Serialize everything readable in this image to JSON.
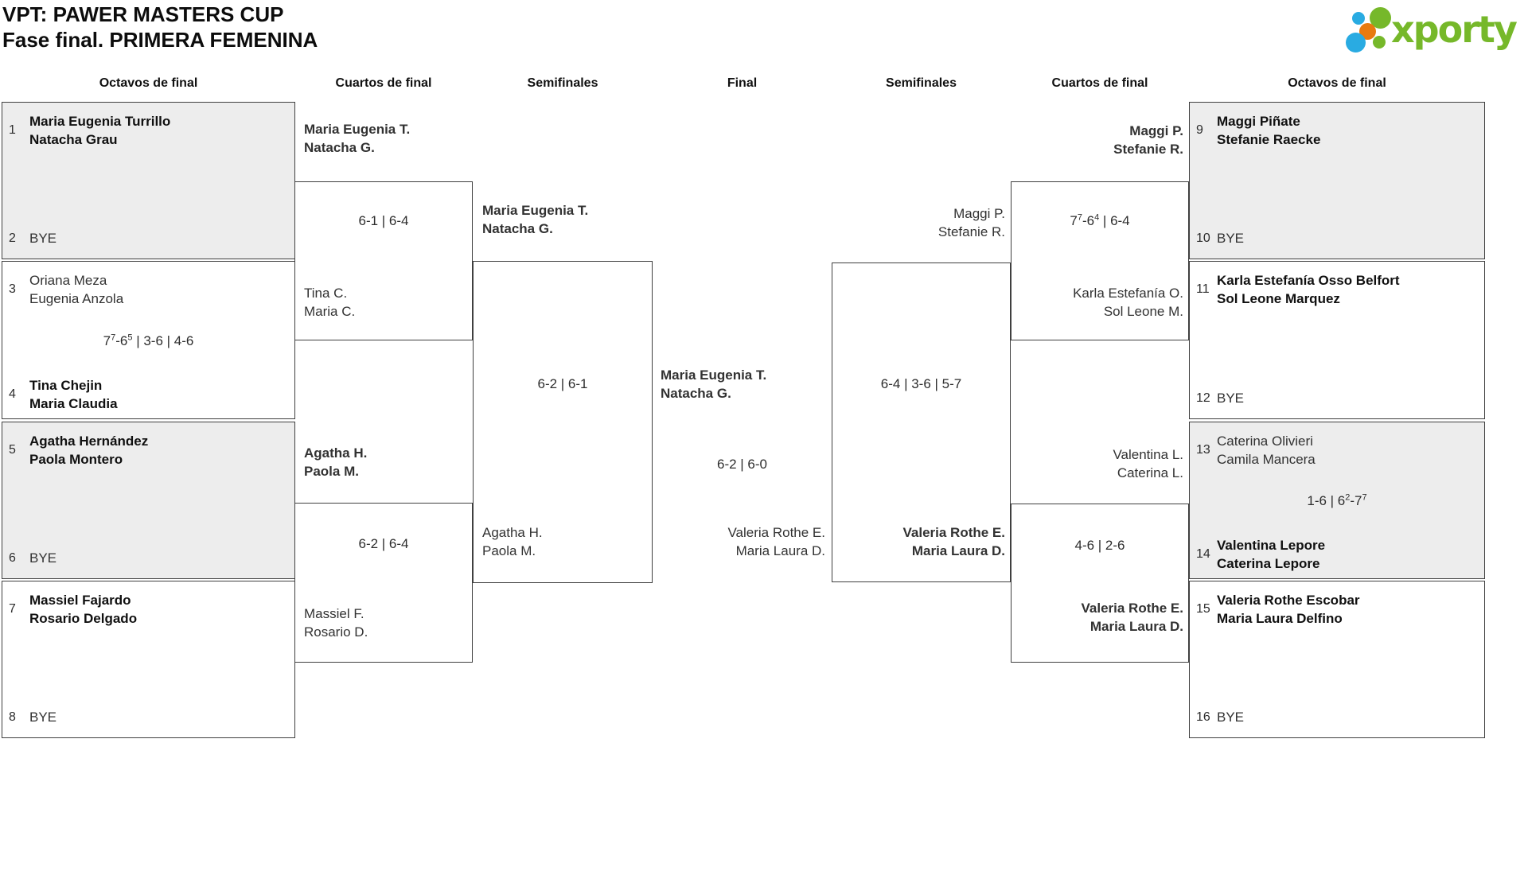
{
  "page": {
    "title_line1": "VPT: PAWER MASTERS CUP",
    "title_line2": "Fase final. PRIMERA FEMENINA",
    "logo_text": "xporty"
  },
  "colors": {
    "logo_green": "#76b82a",
    "logo_blue": "#29abe2",
    "logo_orange": "#e87a10",
    "box_shaded_fill": "#ededed",
    "box_border": "#3f3f3f",
    "text_normal": "#323232",
    "text_winner": "#101010"
  },
  "round_headers": [
    {
      "label": "Octavos de final"
    },
    {
      "label": "Cuartos de final"
    },
    {
      "label": "Semifinales"
    },
    {
      "label": "Final"
    },
    {
      "label": "Semifinales"
    },
    {
      "label": "Cuartos de final"
    },
    {
      "label": "Octavos de final"
    }
  ],
  "r16_left": [
    {
      "seed_top": "1",
      "top_lines": [
        "Maria Eugenia Turrillo",
        "Natacha Grau"
      ],
      "top_winner": true,
      "score": "",
      "seed_bottom": "2",
      "bottom_lines": [
        "BYE"
      ],
      "bottom_winner": false
    },
    {
      "seed_top": "3",
      "top_lines": [
        "Oriana Meza",
        "Eugenia Anzola"
      ],
      "top_winner": false,
      "score": "7^7-6^5 | 3-6 | 4-6",
      "seed_bottom": "4",
      "bottom_lines": [
        "Tina Chejin",
        "Maria Claudia"
      ],
      "bottom_winner": true
    },
    {
      "seed_top": "5",
      "top_lines": [
        "Agatha Hernández",
        "Paola Montero"
      ],
      "top_winner": true,
      "score": "",
      "seed_bottom": "6",
      "bottom_lines": [
        "BYE"
      ],
      "bottom_winner": false
    },
    {
      "seed_top": "7",
      "top_lines": [
        "Massiel Fajardo",
        "Rosario Delgado"
      ],
      "top_winner": true,
      "score": "",
      "seed_bottom": "8",
      "bottom_lines": [
        "BYE"
      ],
      "bottom_winner": false
    }
  ],
  "r16_right": [
    {
      "seed_top": "9",
      "top_lines": [
        "Maggi Piñate",
        "Stefanie Raecke"
      ],
      "top_winner": true,
      "score": "",
      "seed_bottom": "10",
      "bottom_lines": [
        "BYE"
      ],
      "bottom_winner": false
    },
    {
      "seed_top": "11",
      "top_lines": [
        "Karla Estefanía Osso Belfort",
        "Sol Leone Marquez"
      ],
      "top_winner": true,
      "score": "",
      "seed_bottom": "12",
      "bottom_lines": [
        "BYE"
      ],
      "bottom_winner": false
    },
    {
      "seed_top": "13",
      "top_lines": [
        "Caterina Olivieri",
        "Camila Mancera"
      ],
      "top_winner": false,
      "score": "1-6 | 6^2-7^7",
      "seed_bottom": "14",
      "bottom_lines": [
        "Valentina Lepore",
        "Caterina Lepore"
      ],
      "bottom_winner": true
    },
    {
      "seed_top": "15",
      "top_lines": [
        "Valeria Rothe Escobar",
        "Maria Laura Delfino"
      ],
      "top_winner": true,
      "score": "",
      "seed_bottom": "16",
      "bottom_lines": [
        "BYE"
      ],
      "bottom_winner": false
    }
  ],
  "qf_left": [
    {
      "top_lines": [
        "Maria Eugenia T.",
        "Natacha G."
      ],
      "top_winner": true,
      "score": "6-1 | 6-4",
      "bottom_lines": [
        "Tina C.",
        "Maria C."
      ],
      "bottom_winner": false
    },
    {
      "top_lines": [
        "Agatha H.",
        "Paola M."
      ],
      "top_winner": true,
      "score": "6-2 | 6-4",
      "bottom_lines": [
        "Massiel F.",
        "Rosario D."
      ],
      "bottom_winner": false
    }
  ],
  "sf_left": {
    "top_lines": [
      "Maria Eugenia T.",
      "Natacha G."
    ],
    "top_winner": true,
    "score": "6-2 | 6-1",
    "bottom_lines": [
      "Agatha H.",
      "Paola M."
    ],
    "bottom_winner": false
  },
  "final": {
    "top_lines": [
      "Maria Eugenia T.",
      "Natacha G."
    ],
    "top_winner": true,
    "score": "6-2 | 6-0",
    "bottom_lines": [
      "Valeria Rothe E.",
      "Maria Laura D."
    ],
    "bottom_winner": false
  },
  "sf_right": {
    "top_lines": [
      "Maggi P.",
      "Stefanie R."
    ],
    "top_winner": false,
    "score": "6-4 | 3-6 | 5-7",
    "bottom_lines": [
      "Valeria Rothe E.",
      "Maria Laura D."
    ],
    "bottom_winner": true
  },
  "qf_right": [
    {
      "top_lines": [
        "Maggi P.",
        "Stefanie R."
      ],
      "top_winner": true,
      "score": "7^7-6^4 | 6-4",
      "bottom_lines": [
        "Karla Estefanía O.",
        "Sol Leone M."
      ],
      "bottom_winner": false
    },
    {
      "top_lines": [
        "Valentina L.",
        "Caterina L."
      ],
      "top_winner": false,
      "score": "4-6 | 2-6",
      "bottom_lines": [
        "Valeria Rothe E.",
        "Maria Laura D."
      ],
      "bottom_winner": true
    }
  ]
}
